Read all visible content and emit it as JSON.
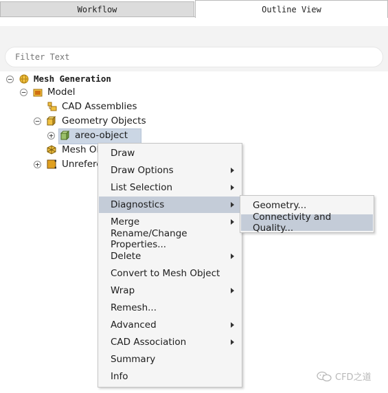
{
  "tabs": {
    "workflow": "Workflow",
    "outline": "Outline View"
  },
  "filter": {
    "placeholder": "Filter Text"
  },
  "tree": {
    "root": "Mesh Generation",
    "model": "Model",
    "cad_assemblies": "CAD Assemblies",
    "geometry_objects": "Geometry Objects",
    "areo_object": "areo-object",
    "mesh_objects": "Mesh Ob",
    "unreferenced": "Unrefere"
  },
  "context_menu": {
    "items": [
      {
        "label": "Draw",
        "submenu": false
      },
      {
        "label": "Draw Options",
        "submenu": true
      },
      {
        "label": "List Selection",
        "submenu": true
      },
      {
        "label": "Diagnostics",
        "submenu": true
      },
      {
        "label": "Merge",
        "submenu": true
      },
      {
        "label": "Rename/Change Properties...",
        "submenu": false
      },
      {
        "label": "Delete",
        "submenu": true
      },
      {
        "label": "Convert to Mesh Object",
        "submenu": false
      },
      {
        "label": "Wrap",
        "submenu": true
      },
      {
        "label": "Remesh...",
        "submenu": false
      },
      {
        "label": "Advanced",
        "submenu": true
      },
      {
        "label": "CAD Association",
        "submenu": true
      },
      {
        "label": "Summary",
        "submenu": false
      },
      {
        "label": "Info",
        "submenu": false
      }
    ]
  },
  "submenu": {
    "geometry": "Geometry...",
    "connectivity": "Connectivity and Quality..."
  },
  "watermark": {
    "text": "CFD之道"
  },
  "colors": {
    "highlight": "#c4ccd8",
    "selection": "#cbd6e4",
    "folder": "#e0a020"
  }
}
